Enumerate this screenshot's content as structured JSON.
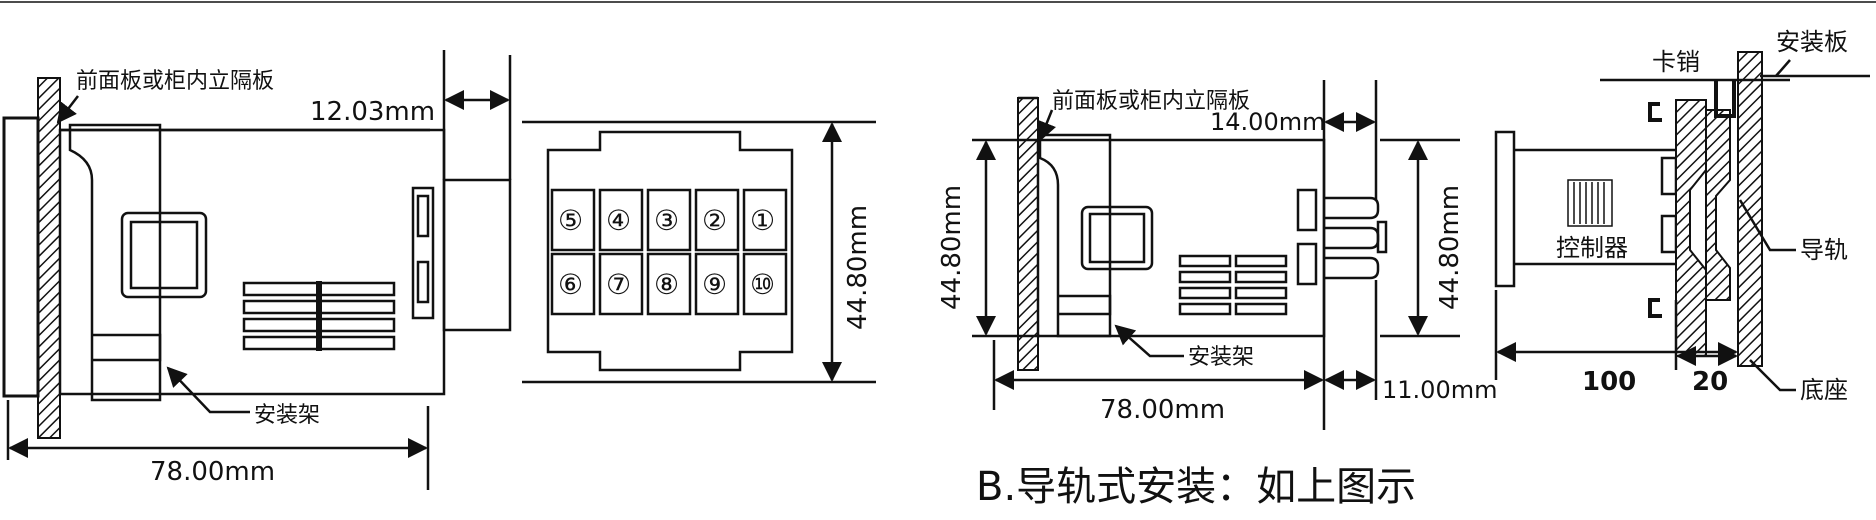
{
  "left_view": {
    "panel_label": "前面板或柜内立隔板",
    "depth_dim": "12.03mm",
    "bracket_label": "安装架",
    "length_dim": "78.00mm"
  },
  "terminal_view": {
    "height_dim": "44.80mm",
    "terminals_top": [
      "⑤",
      "④",
      "③",
      "②",
      "①"
    ],
    "terminals_bottom": [
      "⑥",
      "⑦",
      "⑧",
      "⑨",
      "⑩"
    ]
  },
  "rail_view": {
    "panel_label": "前面板或柜内立隔板",
    "depth_dim": "14.00mm",
    "height_dim_left": "44.80mm",
    "height_dim_right": "44.80mm",
    "bracket_label": "安装架",
    "length_dim": "78.00mm",
    "extra_dim": "11.00mm"
  },
  "rail_side_view": {
    "mount_plate_label": "安装板",
    "latch_label": "卡销",
    "controller_label": "控制器",
    "rail_label": "导轨",
    "base_label": "底座",
    "dim_100": "100",
    "dim_20": "20"
  },
  "caption": "B.导轨式安装：如上图示"
}
